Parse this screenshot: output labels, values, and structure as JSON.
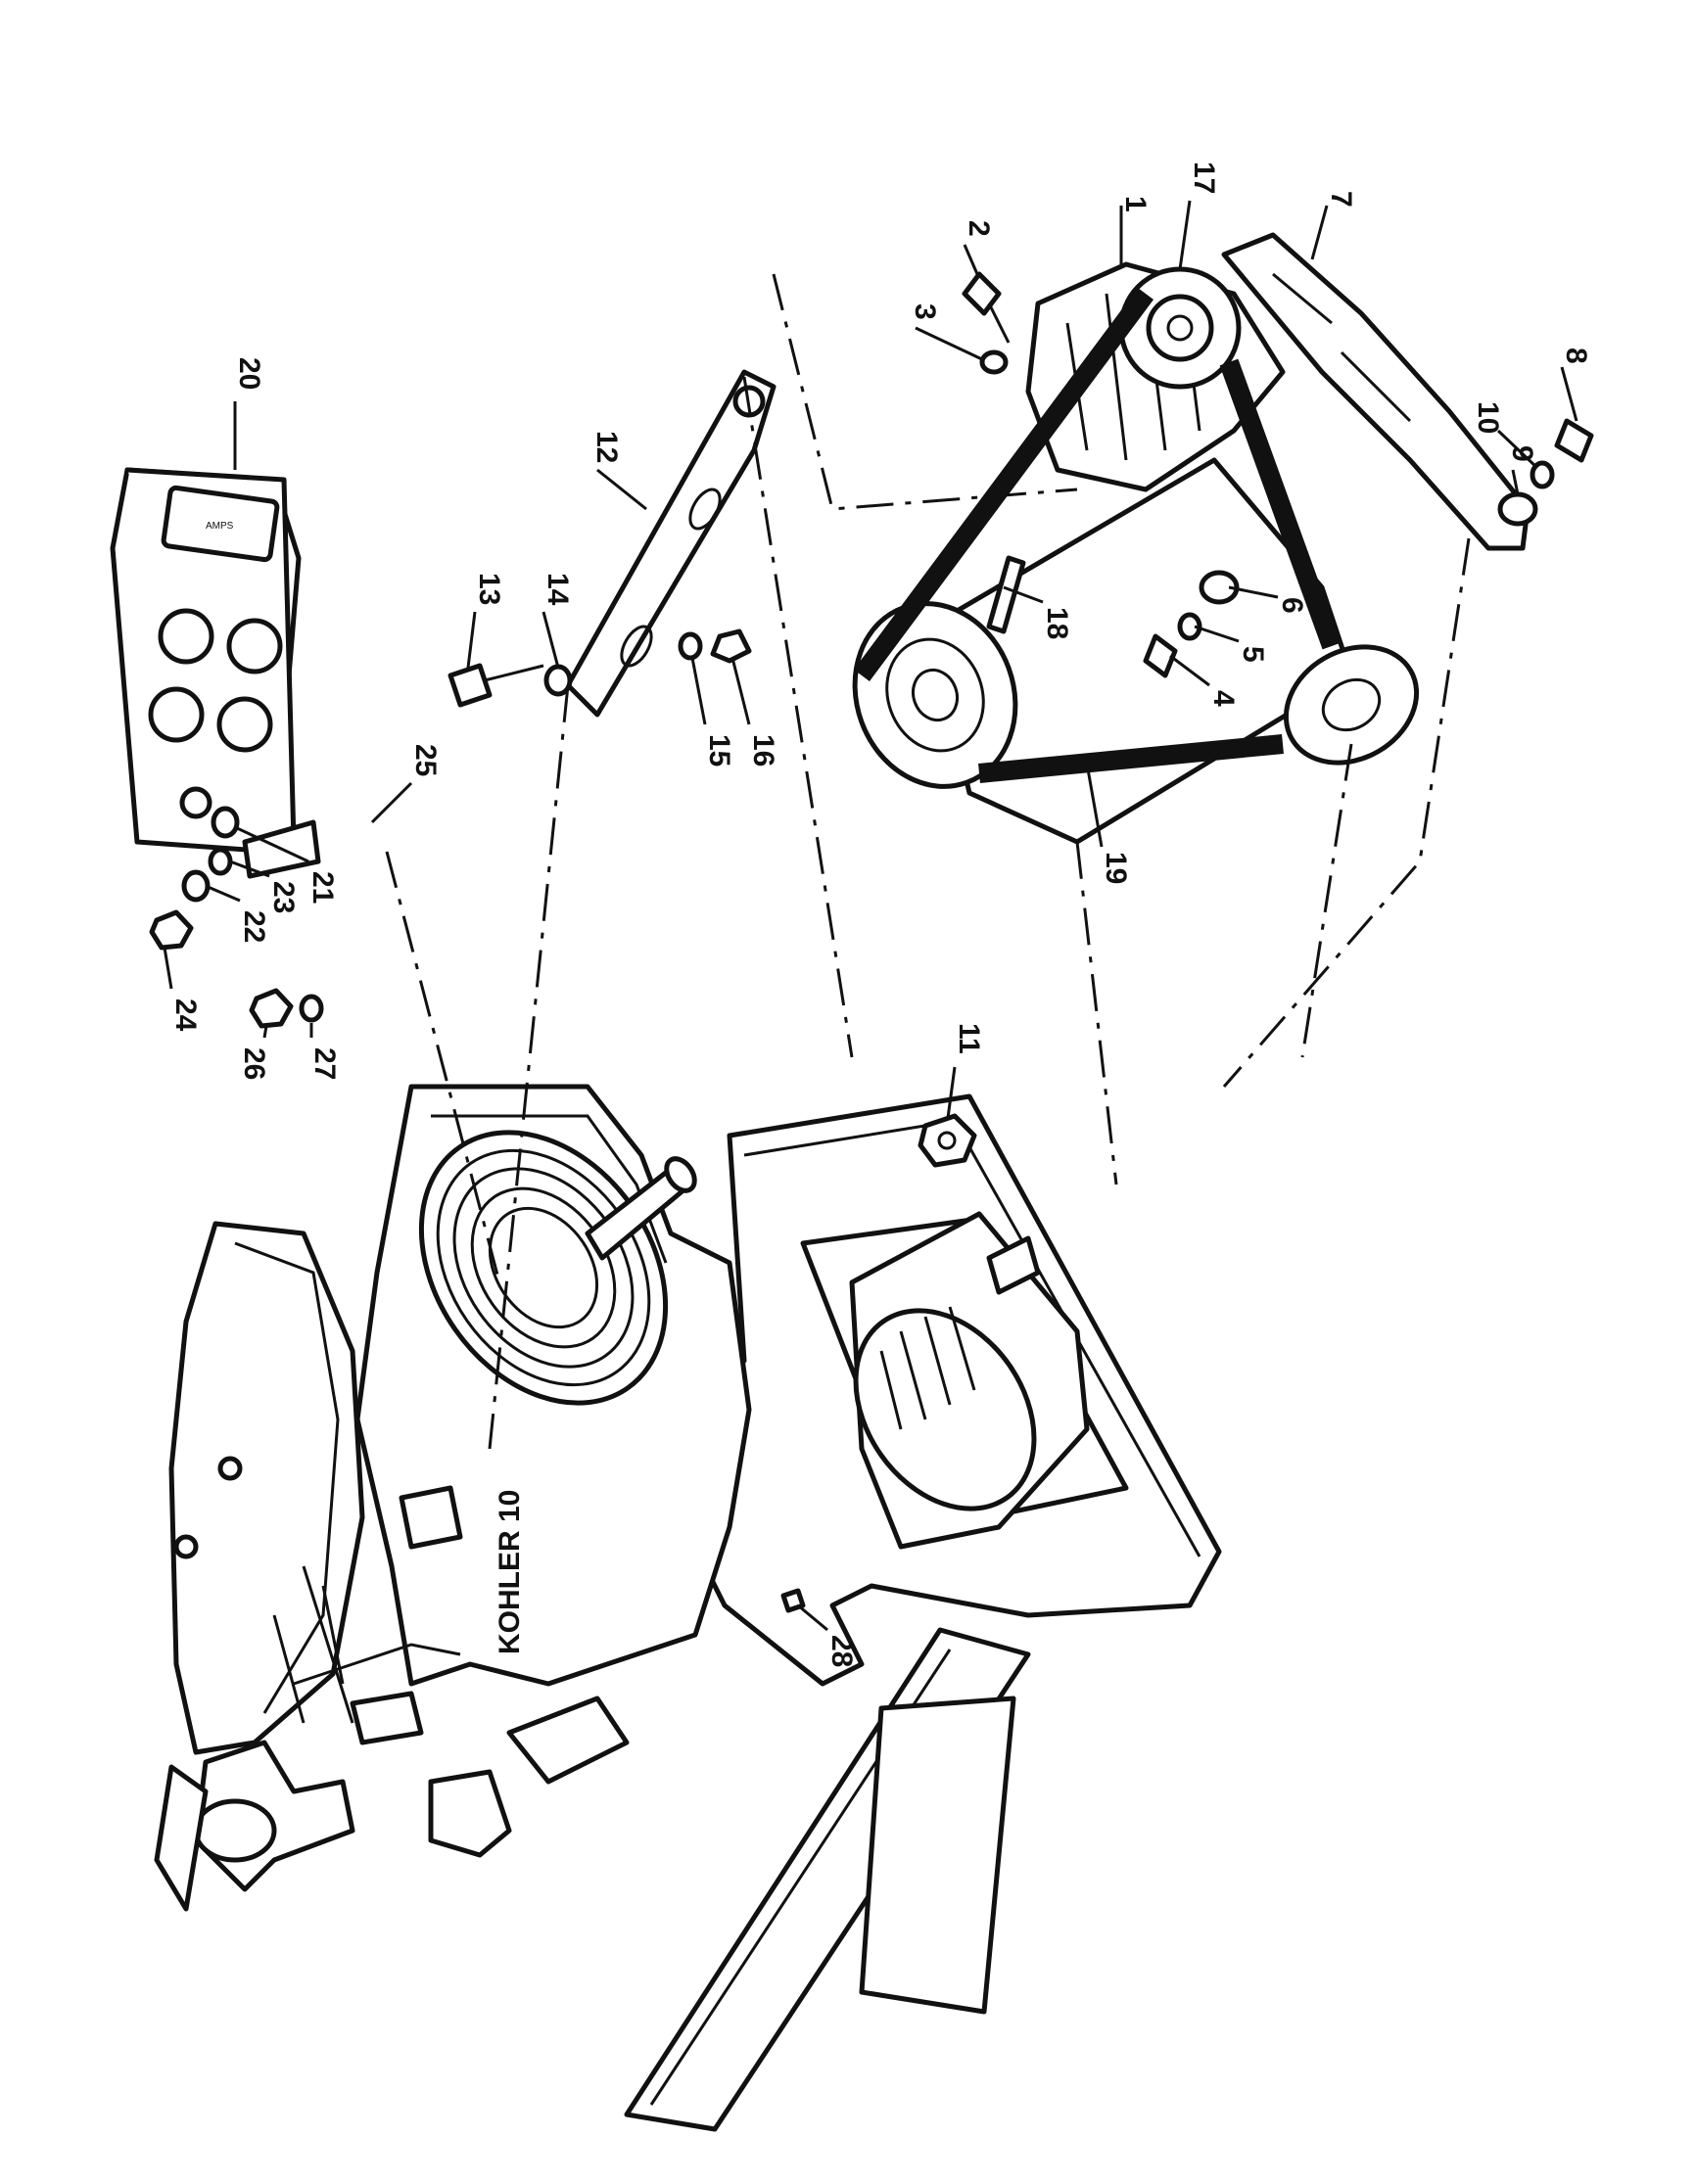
{
  "diagram": {
    "brand_label": "KOHLER 10",
    "meter_label": "AMPS",
    "callouts": [
      {
        "id": "1"
      },
      {
        "id": "2"
      },
      {
        "id": "3"
      },
      {
        "id": "4"
      },
      {
        "id": "5"
      },
      {
        "id": "6"
      },
      {
        "id": "7"
      },
      {
        "id": "8"
      },
      {
        "id": "9"
      },
      {
        "id": "10"
      },
      {
        "id": "11"
      },
      {
        "id": "12"
      },
      {
        "id": "13"
      },
      {
        "id": "14"
      },
      {
        "id": "15"
      },
      {
        "id": "16"
      },
      {
        "id": "17"
      },
      {
        "id": "18"
      },
      {
        "id": "19"
      },
      {
        "id": "20"
      },
      {
        "id": "21"
      },
      {
        "id": "22"
      },
      {
        "id": "23"
      },
      {
        "id": "24"
      },
      {
        "id": "25"
      },
      {
        "id": "26"
      },
      {
        "id": "27"
      },
      {
        "id": "28"
      }
    ]
  }
}
